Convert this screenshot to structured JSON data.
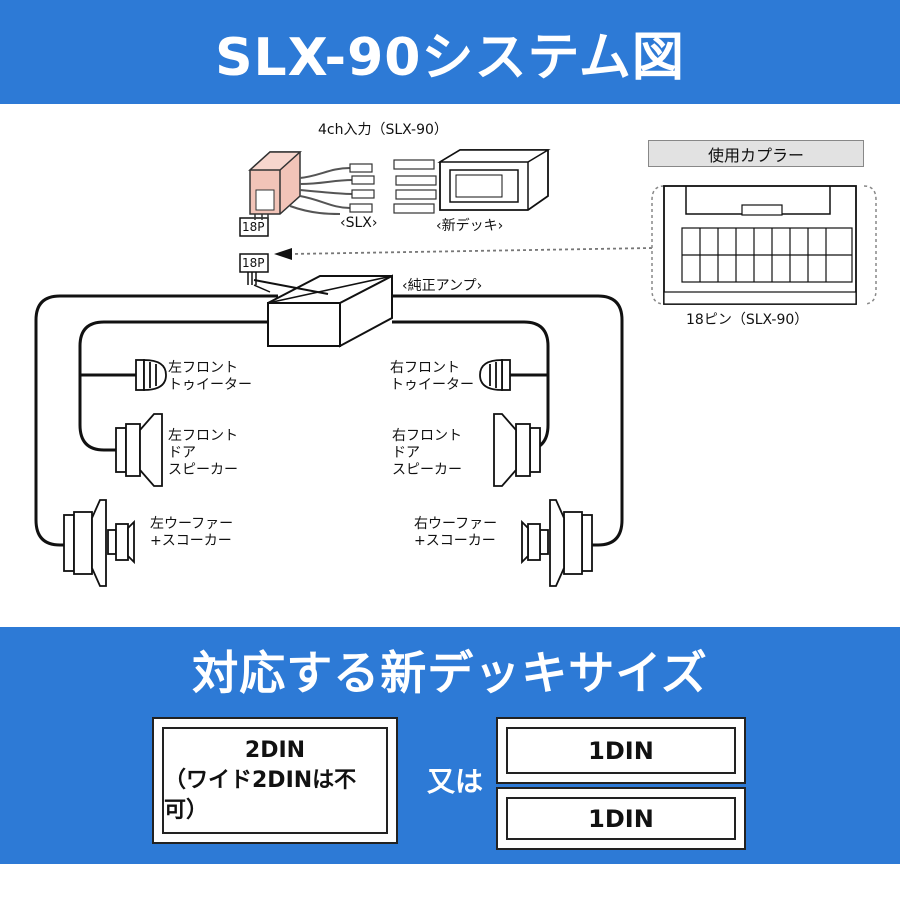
{
  "header": {
    "title": "SLX-90システム図"
  },
  "diagram": {
    "input_label": "4ch入力（SLX-90）",
    "slx_label": "‹SLX›",
    "deck_label": "‹新デッキ›",
    "connector_18p_top": "18P",
    "connector_18p_bottom": "18P",
    "amp_label": "‹純正アンプ›",
    "coupler_header": "使用カプラー",
    "coupler_pin_label": "18ピン（SLX-90）",
    "left_tweeter": [
      "左フロント",
      "トゥイーター"
    ],
    "right_tweeter": [
      "右フロント",
      "トゥイーター"
    ],
    "left_door": [
      "左フロント",
      "ドア",
      "スピーカー"
    ],
    "right_door": [
      "右フロント",
      "ドア",
      "スピーカー"
    ],
    "left_woofer": [
      "左ウーファー",
      "+スコーカー"
    ],
    "right_woofer": [
      "右ウーファー",
      "+スコーカー"
    ]
  },
  "sizes": {
    "title": "対応する新デッキサイズ",
    "din2_line1": "2DIN",
    "din2_line2": "（ワイド2DINは不可）",
    "or_text": "又は",
    "din1_top": "1DIN",
    "din1_bottom": "1DIN"
  },
  "colors": {
    "banner": "#2d7ad6",
    "slx_unit": "#f2c4b8",
    "coupler_header_bg": "#e2e2e2"
  }
}
